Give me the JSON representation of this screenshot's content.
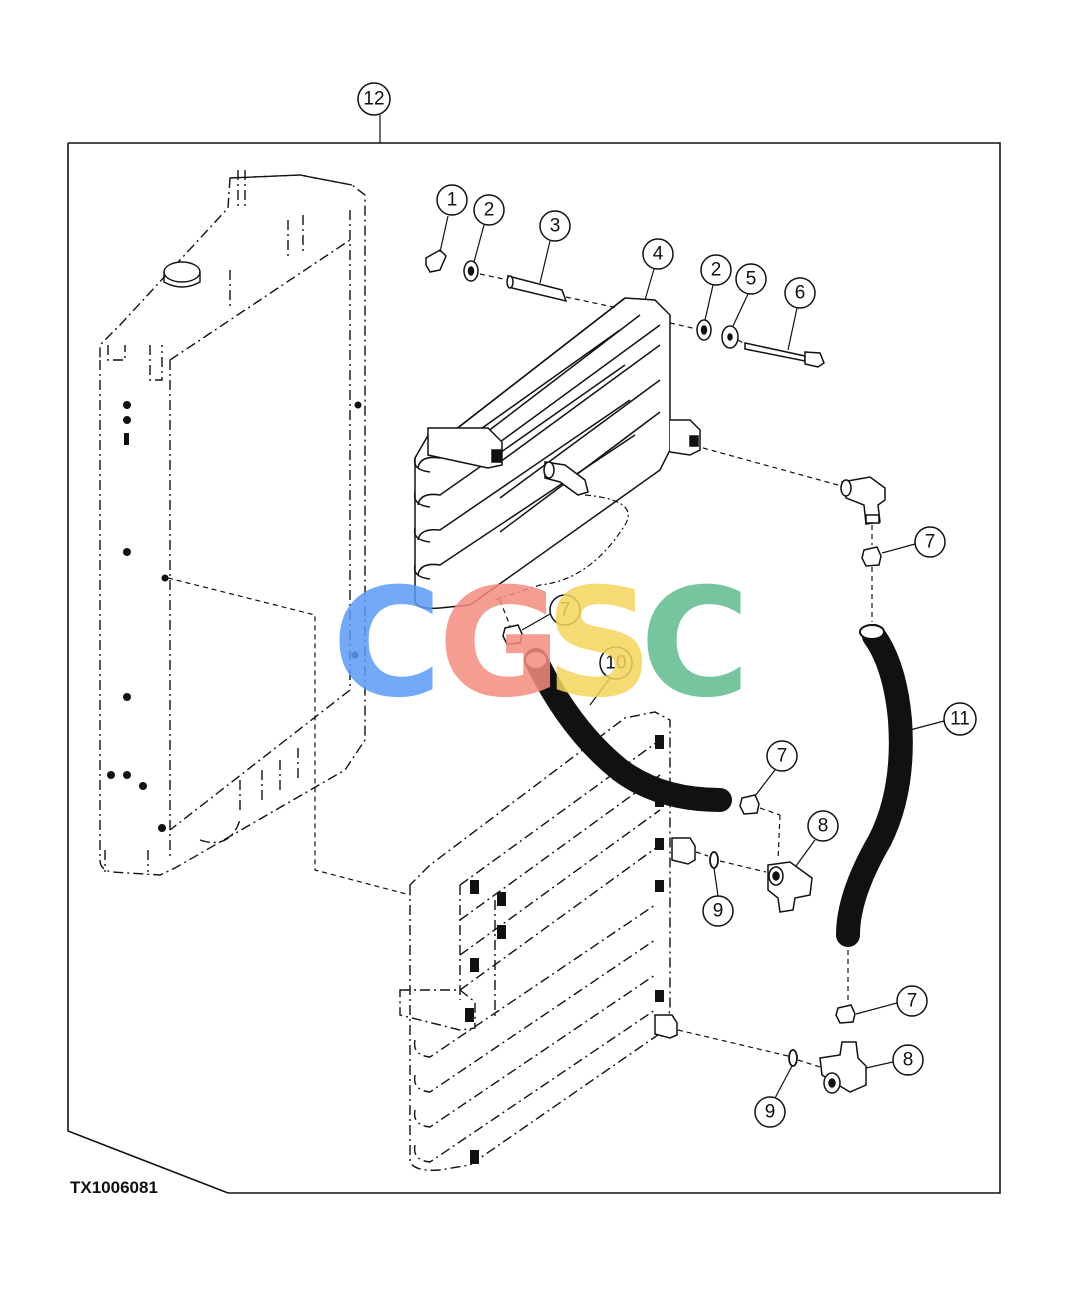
{
  "figure_id": "TX1006081",
  "watermark": {
    "letters": [
      "C",
      "G",
      "S",
      "C"
    ],
    "colors": [
      "#5b9bf5",
      "#f58c80",
      "#f5d45b",
      "#5fbb8f"
    ]
  },
  "callouts": [
    {
      "id": "c12",
      "label": "12"
    },
    {
      "id": "c1",
      "label": "1"
    },
    {
      "id": "c2a",
      "label": "2"
    },
    {
      "id": "c3",
      "label": "3"
    },
    {
      "id": "c4",
      "label": "4"
    },
    {
      "id": "c2b",
      "label": "2"
    },
    {
      "id": "c5",
      "label": "5"
    },
    {
      "id": "c6",
      "label": "6"
    },
    {
      "id": "c7a",
      "label": "7"
    },
    {
      "id": "c7b",
      "label": "7"
    },
    {
      "id": "c10",
      "label": "10"
    },
    {
      "id": "c11",
      "label": "11"
    },
    {
      "id": "c7c",
      "label": "7"
    },
    {
      "id": "c8a",
      "label": "8"
    },
    {
      "id": "c9a",
      "label": "9"
    },
    {
      "id": "c7d",
      "label": "7"
    },
    {
      "id": "c8b",
      "label": "8"
    },
    {
      "id": "c9b",
      "label": "9"
    }
  ],
  "colors": {
    "line": "#111111",
    "hose": "#111111",
    "background": "#ffffff"
  }
}
